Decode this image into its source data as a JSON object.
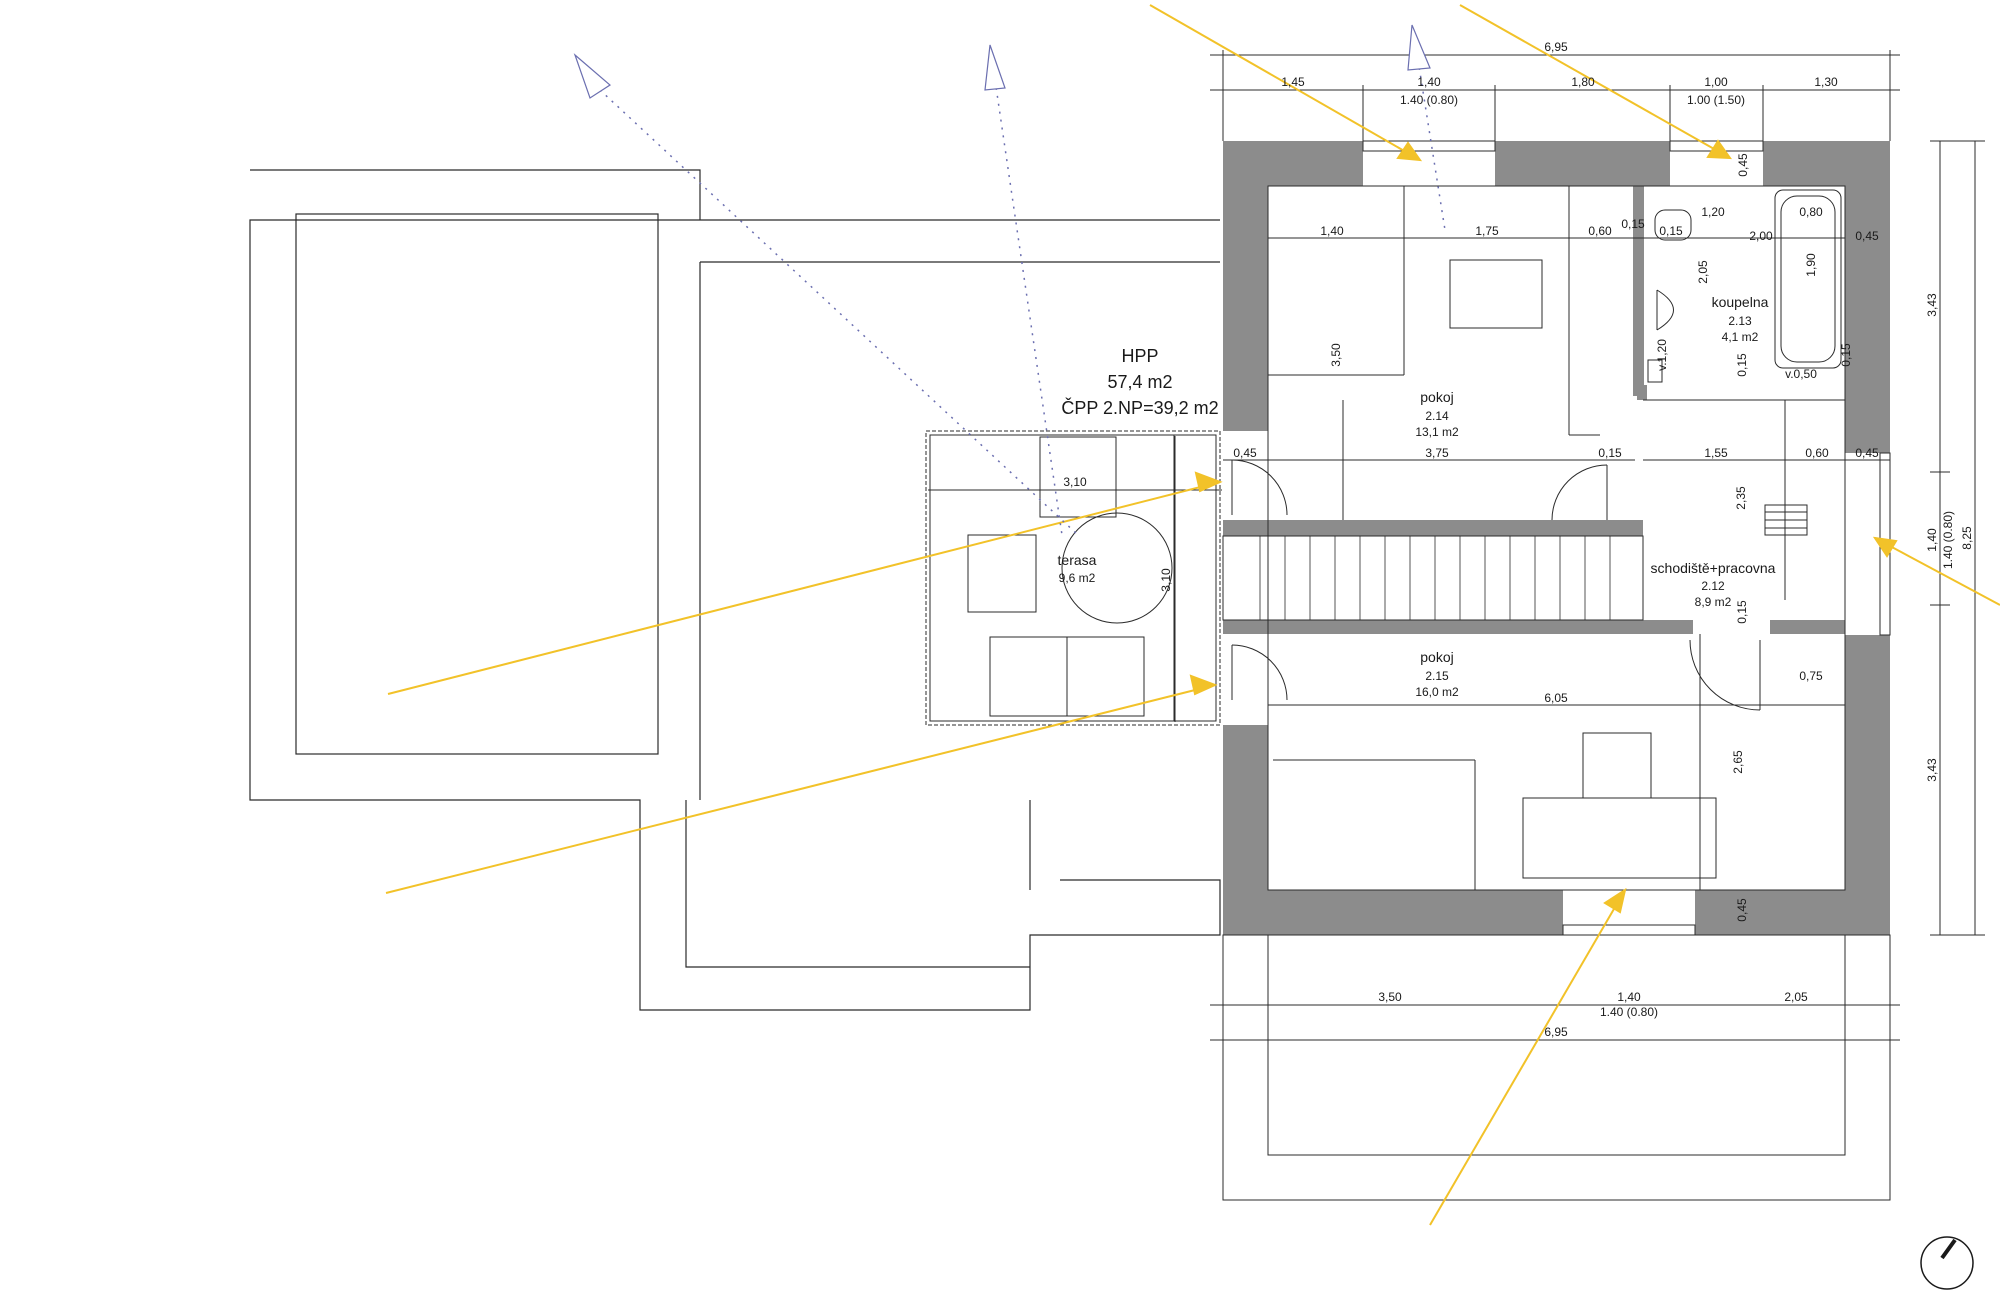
{
  "colors": {
    "wall": "#8c8c8c",
    "line": "#2b2b2b",
    "sun": "#f2c229",
    "trace": "#6b6fb0"
  },
  "hpp": {
    "title": "HPP",
    "area": "57,4 m2",
    "cpp": "ČPP 2.NP=39,2 m2"
  },
  "rooms": {
    "terrace": {
      "name": "terasa",
      "area": "9,6 m2"
    },
    "room_214": {
      "name": "pokoj",
      "number": "2.14",
      "area": "13,1 m2"
    },
    "bath_213": {
      "name": "koupelna",
      "number": "2.13",
      "area": "4,1 m2"
    },
    "stair_212": {
      "name": "schodiště+pracovna",
      "number": "2.12",
      "area": "8,9 m2"
    },
    "room_215": {
      "name": "pokoj",
      "number": "2.15",
      "area": "16,0 m2"
    }
  },
  "dims": {
    "top_total": "6,95",
    "top_1": "1,45",
    "top_2": "1,40",
    "top_2b": "1.40 (0.80)",
    "top_3": "1,80",
    "top_4": "1,00",
    "top_4b": "1.00 (1.50)",
    "top_5": "1,30",
    "r214_a": "1,40",
    "r214_b": "1,75",
    "r214_c": "0,60",
    "r214_d": "0,15",
    "r214_e": "0,15",
    "r214_h": "3,50",
    "bath_w": "1,20",
    "bath_tub": "0,80",
    "bath_200": "2,00",
    "bath_045": "0,45",
    "bath_190": "1,90",
    "bath_205": "2,05",
    "bath_v120": "v.1,20",
    "bath_015a": "0,15",
    "bath_015b": "0,15",
    "bath_v050": "v.0,50",
    "bath_top045": "0,45",
    "mid_045a": "0,45",
    "mid_375": "3,75",
    "mid_015": "0,15",
    "mid_155": "1,55",
    "mid_060": "0,60",
    "mid_045b": "0,45",
    "mid_235": "2,35",
    "mid_015b": "0,15",
    "ter_310a": "3,10",
    "ter_310b": "3,10",
    "r215_075": "0,75",
    "r215_605": "6,05",
    "r215_265": "2,65",
    "r215_045": "0,45",
    "bot_350": "3,50",
    "bot_140": "1,40",
    "bot_140b": "1.40 (0.80)",
    "bot_205": "2,05",
    "bot_total": "6,95",
    "right_343a": "3,43",
    "right_140": "1,40",
    "right_140b": "1.40 (0.80)",
    "right_343b": "3,43",
    "right_825": "8,25"
  }
}
